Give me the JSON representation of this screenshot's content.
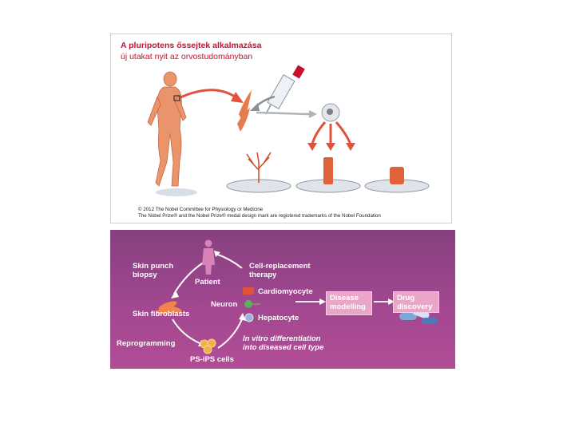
{
  "top_panel": {
    "title": "A pluripotens őssejtek alkalmazása",
    "subtitle": "új utakat nyit az orvostudományban",
    "credit_line1": "© 2012 The Nobel Committee for Physiology or Medicine",
    "credit_line2": "The Nobel Prize® and the Nobel Prize® medal design mark are registered trademarks of the Nobel Foundation"
  },
  "bottom_panel": {
    "skin_punch": "Skin punch",
    "biopsy": "biopsy",
    "patient": "Patient",
    "cell_replacement": "Cell-replacement",
    "therapy": "therapy",
    "cardiomyocyte": "Cardiomyocyte",
    "neuron": "Neuron",
    "hepatocyte": "Hepatocyte",
    "skin_fibroblasts": "Skin fibroblasts",
    "reprogramming": "Reprogramming",
    "ps_ips": "PS-iPS cells",
    "in_vitro_1": "In vitro differentiation",
    "in_vitro_2": "into diseased cell type",
    "disease_1": "Disease",
    "disease_2": "modelling",
    "drug_1": "Drug",
    "drug_2": "discovery"
  },
  "colors": {
    "title_red": "#c8102e",
    "arrow_red": "#e0523a",
    "box_pink": "#e9a6c9",
    "purple_top": "#86407f",
    "purple_bottom": "#b14d96"
  }
}
